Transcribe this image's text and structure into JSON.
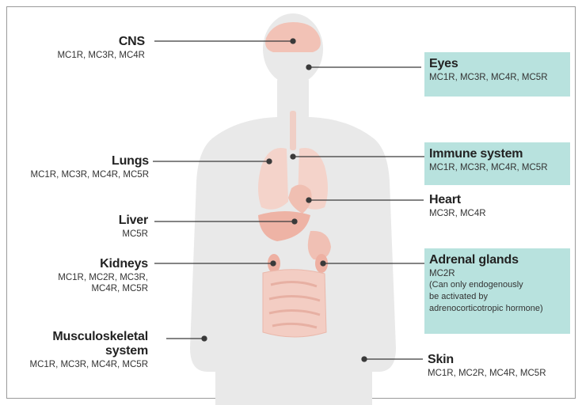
{
  "labels": {
    "cns": {
      "title": "CNS",
      "receptors": "MC1R, MC3R, MC4R"
    },
    "lungs": {
      "title": "Lungs",
      "receptors": "MC1R, MC3R, MC4R, MC5R"
    },
    "liver": {
      "title": "Liver",
      "receptors": "MC5R"
    },
    "kidneys": {
      "title": "Kidneys",
      "receptors_line1": "MC1R, MC2R, MC3R,",
      "receptors_line2": "MC4R, MC5R"
    },
    "musculoskeletal": {
      "title_line1": "Musculoskeletal",
      "title_line2": "system",
      "receptors": "MC1R, MC3R, MC4R, MC5R"
    },
    "eyes": {
      "title": "Eyes",
      "receptors": "MC1R, MC3R, MC4R, MC5R"
    },
    "immune": {
      "title": "Immune system",
      "receptors": "MC1R, MC3R, MC4R, MC5R"
    },
    "heart": {
      "title": "Heart",
      "receptors": "MC3R, MC4R"
    },
    "adrenal": {
      "title": "Adrenal glands",
      "receptors": "MC2R",
      "note_line1": "(Can only endogenously",
      "note_line2": "be activated by",
      "note_line3": "adrenocorticotropic hormone)"
    },
    "skin": {
      "title": "Skin",
      "receptors": "MC1R, MC2R, MC4R, MC5R"
    }
  },
  "colors": {
    "body": "#e8e8e8",
    "organ": "#f2c9c0",
    "organ_dark": "#eeb5a9",
    "highlight_box": "#b8e2de",
    "leader_line": "#3a3a3a"
  }
}
